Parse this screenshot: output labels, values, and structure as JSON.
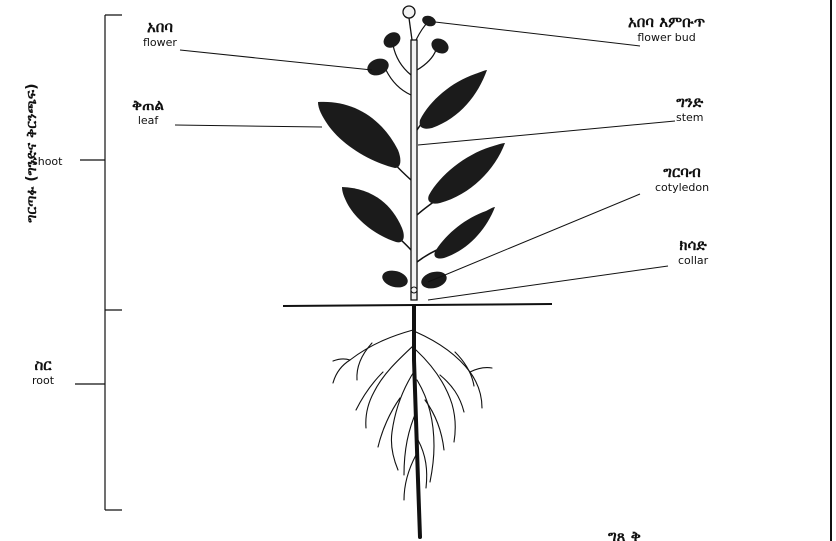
{
  "labels": {
    "flower": {
      "am": "አበባ",
      "en": "flower"
    },
    "flower_bud": {
      "am": "አበባ እምቡጥ",
      "en": "flower bud"
    },
    "leaf": {
      "am": "ቅጠል",
      "en": "leaf"
    },
    "stem": {
      "am": "ግንድ",
      "en": "stem"
    },
    "cotyledon": {
      "am": "ግርባብ",
      "en": "cotyledon"
    },
    "collar": {
      "am": "ክሳድ",
      "en": "collar"
    },
    "shoot": {
      "en": "shoot"
    },
    "root": {
      "am": "ስር",
      "en": "root"
    },
    "vertical": "ግርጣፉ (ግንድና ቅርንጫፍ)",
    "bottom_partial": "ግጸ ቅ"
  },
  "colors": {
    "ink": "#111111",
    "stem_fill": "#f2f2f2",
    "leaf_fill": "#1b1b1b"
  }
}
